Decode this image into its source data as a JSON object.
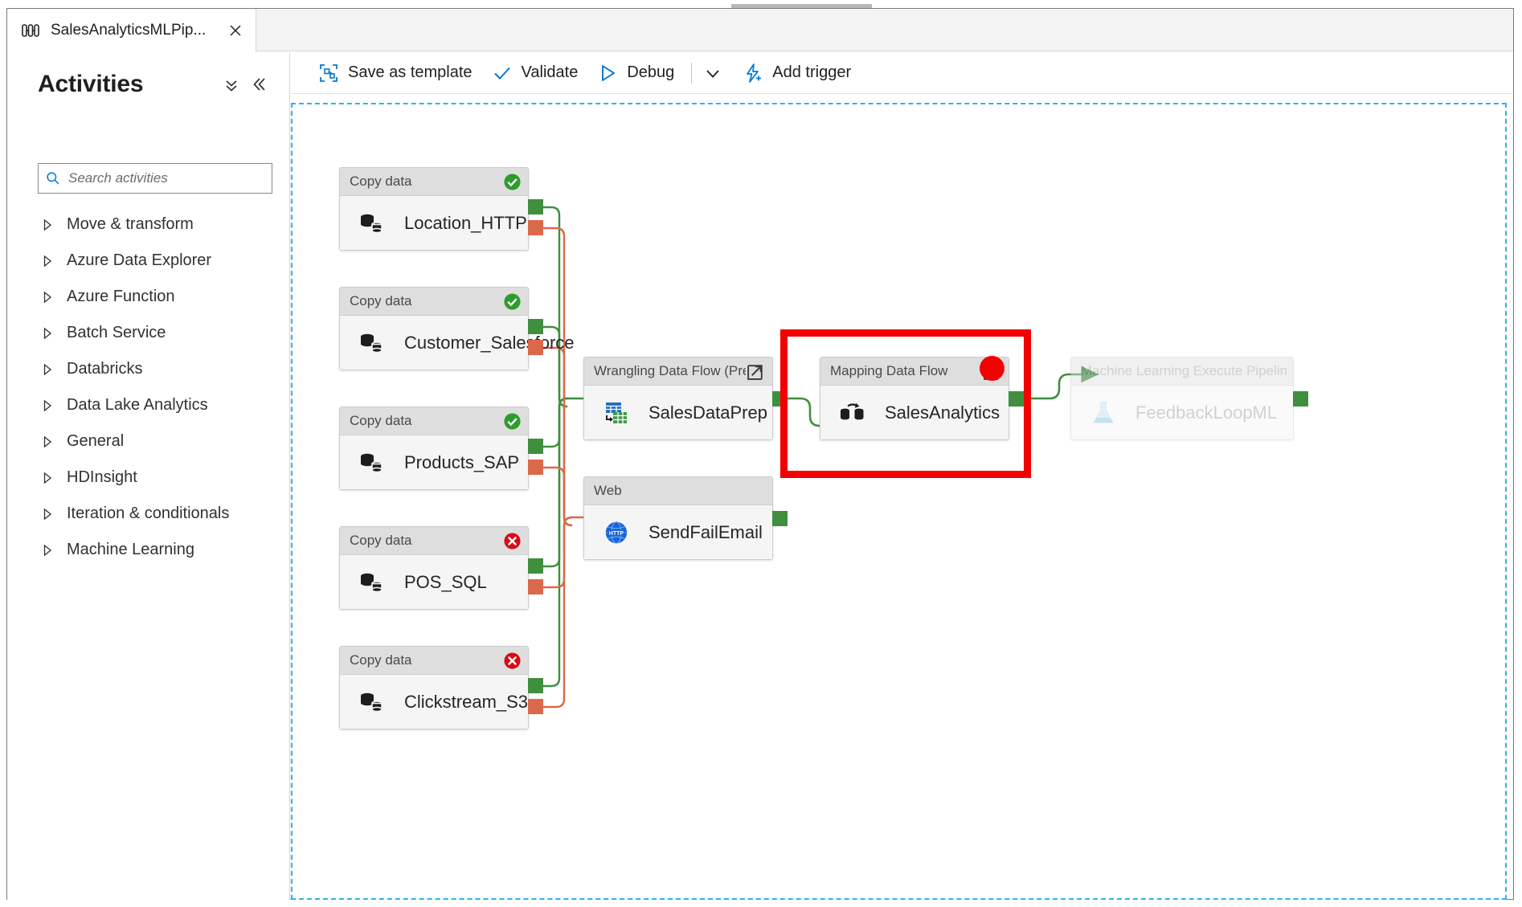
{
  "window": {
    "tab": {
      "icon": "pipeline-icon",
      "label": "SalesAnalyticsMLPip...",
      "close_icon": "close-icon"
    }
  },
  "sidebar": {
    "title": "Activities",
    "collapse_all_icon": "chevron-double-down-icon",
    "collapse_panel_icon": "chevron-double-left-icon",
    "search": {
      "icon": "search-icon",
      "placeholder": "Search activities",
      "value": ""
    },
    "items": [
      {
        "label": "Move & transform",
        "caret": "chevron-right-icon"
      },
      {
        "label": "Azure Data Explorer",
        "caret": "chevron-right-icon"
      },
      {
        "label": "Azure Function",
        "caret": "chevron-right-icon"
      },
      {
        "label": "Batch Service",
        "caret": "chevron-right-icon"
      },
      {
        "label": "Databricks",
        "caret": "chevron-right-icon"
      },
      {
        "label": "Data Lake Analytics",
        "caret": "chevron-right-icon"
      },
      {
        "label": "General",
        "caret": "chevron-right-icon"
      },
      {
        "label": "HDInsight",
        "caret": "chevron-right-icon"
      },
      {
        "label": "Iteration & conditionals",
        "caret": "chevron-right-icon"
      },
      {
        "label": "Machine Learning",
        "caret": "chevron-right-icon"
      }
    ]
  },
  "toolbar": {
    "save_as_template": {
      "label": "Save as template",
      "icon": "save-template-icon"
    },
    "validate": {
      "label": "Validate",
      "icon": "checkmark-icon"
    },
    "debug": {
      "label": "Debug",
      "icon": "play-triangle-icon"
    },
    "debug_dropdown_icon": "chevron-down-icon",
    "add_trigger": {
      "label": "Add trigger",
      "icon": "lightning-plus-icon"
    }
  },
  "canvas": {
    "selection_color": "#f30000",
    "border_color": "#2fb0ef",
    "success_color": "#3f8f3f",
    "failure_color": "#d9694a",
    "nodes": [
      {
        "id": "location-http",
        "type": "Copy data",
        "name": "Location_HTTP",
        "icon": "copy-data-icon",
        "status": "success",
        "status_icon": "check-circle-icon"
      },
      {
        "id": "customer-salesforce",
        "type": "Copy data",
        "name": "Customer_Salesforce",
        "icon": "copy-data-icon",
        "status": "success",
        "status_icon": "check-circle-icon"
      },
      {
        "id": "products-sap",
        "type": "Copy data",
        "name": "Products_SAP",
        "icon": "copy-data-icon",
        "status": "success",
        "status_icon": "check-circle-icon"
      },
      {
        "id": "pos-sql",
        "type": "Copy data",
        "name": "POS_SQL",
        "icon": "copy-data-icon",
        "status": "failed",
        "status_icon": "error-circle-icon"
      },
      {
        "id": "clickstream-s3",
        "type": "Copy data",
        "name": "Clickstream_S3",
        "icon": "copy-data-icon",
        "status": "failed",
        "status_icon": "error-circle-icon"
      },
      {
        "id": "salesdataprep",
        "type": "Wrangling Data Flow (Preview)",
        "name": "SalesDataPrep",
        "icon": "wrangling-data-flow-icon",
        "status": "none",
        "action_icon": "open-new-window-icon"
      },
      {
        "id": "sendfailemail",
        "type": "Web",
        "name": "SendFailEmail",
        "icon": "web-http-icon",
        "status": "none"
      },
      {
        "id": "salesanalytics",
        "type": "Mapping Data Flow",
        "name": "SalesAnalytics",
        "icon": "mapping-data-flow-icon",
        "status": "none",
        "action_icon": "open-new-window-icon",
        "selected": true
      },
      {
        "id": "feedbackloopml",
        "type": "Machine Learning Execute Pipeline",
        "name": "FeedbackLoopML",
        "icon": "ml-flask-icon",
        "status": "none",
        "disabled": true
      }
    ]
  }
}
